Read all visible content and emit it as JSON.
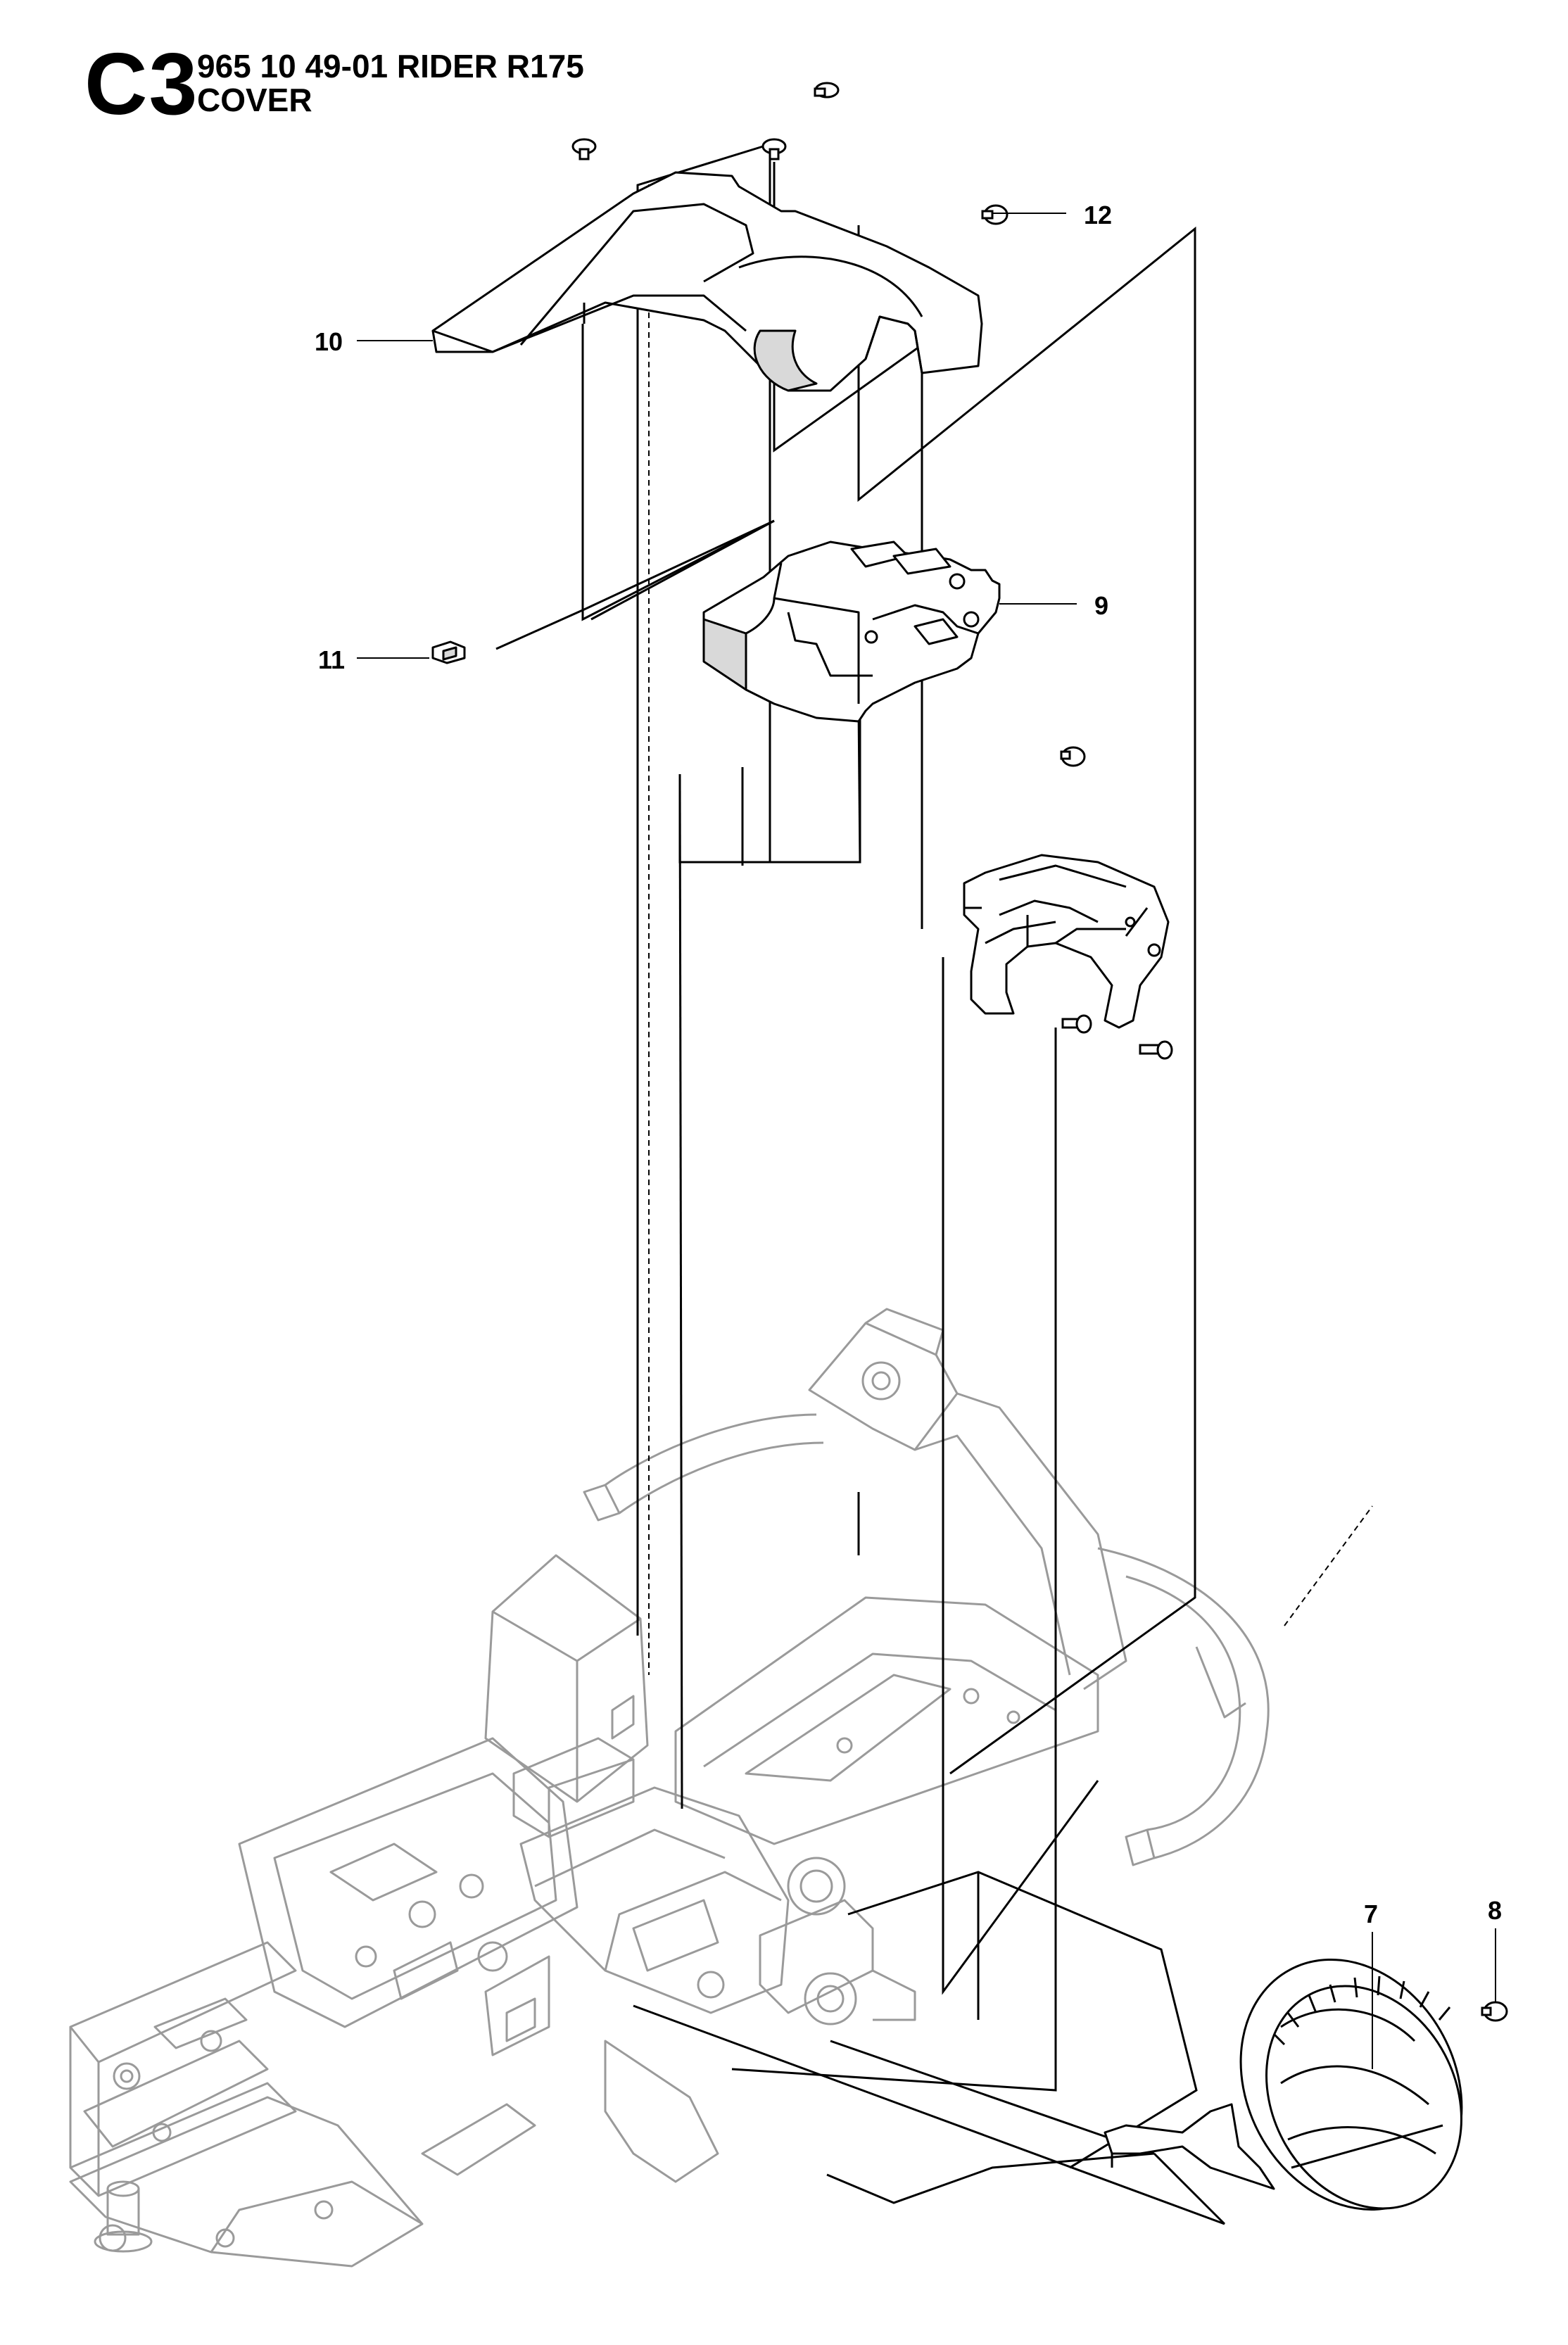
{
  "header": {
    "section_code": "C3",
    "title": "965 10 49-01 RIDER R175",
    "subtitle": "COVER"
  },
  "callouts": {
    "p7": "7",
    "p8": "8",
    "p9": "9",
    "p10": "10",
    "p11": "11",
    "p12": "12"
  },
  "colors": {
    "line": "#000000",
    "faint": "#9a9a9a",
    "part_fill": "#ffffff",
    "shade": "#d9d9d9"
  }
}
